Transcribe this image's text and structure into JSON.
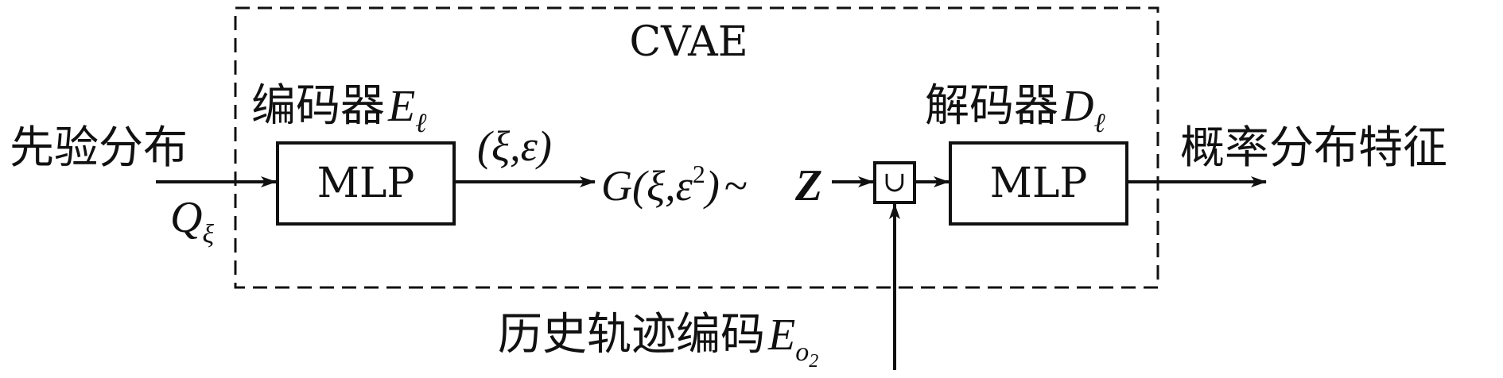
{
  "title": "CVAE",
  "input_label": "先验分布",
  "input_var": {
    "main": "Q",
    "sub": "ξ"
  },
  "encoder": {
    "label": "编码器",
    "var": {
      "main": "E",
      "sub": "ℓ"
    },
    "box_text": "MLP"
  },
  "encoder_output": "(ξ,ε)",
  "sampling": {
    "expr": "G(ξ,ε",
    "sup": "2",
    "close": ")",
    "tilde": "~",
    "z": "Z"
  },
  "concat_symbol": "∪",
  "decoder": {
    "label": "解码器",
    "var": {
      "main": "D",
      "sub": "ℓ"
    },
    "box_text": "MLP"
  },
  "output_label": "概率分布特征",
  "history": {
    "label": "历史轨迹编码",
    "var": {
      "main": "E",
      "sub": "o",
      "subsub": "2"
    }
  }
}
